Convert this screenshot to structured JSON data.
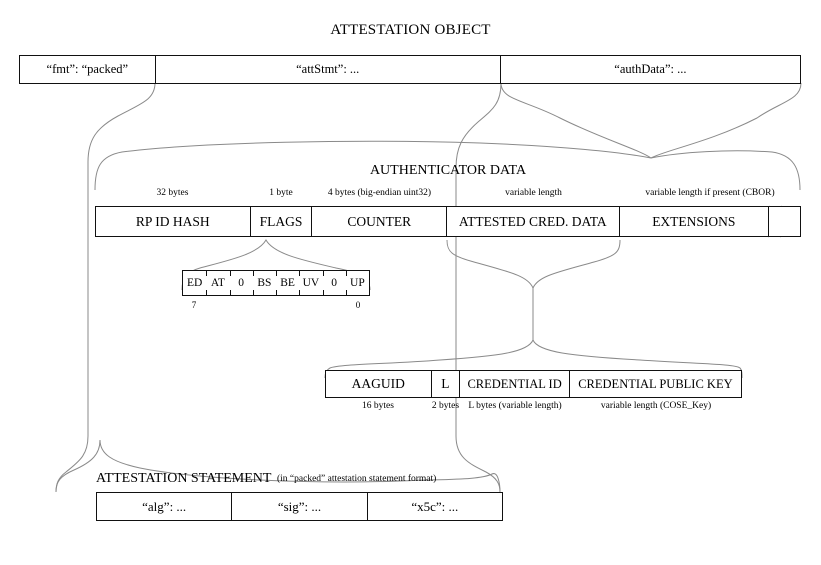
{
  "diagram": {
    "title": "ATTESTATION OBJECT",
    "attestation_object": {
      "fields": [
        {
          "label": "“fmt”: “packed”"
        },
        {
          "label": "“attStmt”: ..."
        },
        {
          "label": "“authData”: ..."
        }
      ]
    },
    "authenticator_data": {
      "title": "AUTHENTICATOR DATA",
      "fields": [
        {
          "label": "RP ID HASH",
          "size": "32 bytes"
        },
        {
          "label": "FLAGS",
          "size": "1 byte"
        },
        {
          "label": "COUNTER",
          "size": "4 bytes (big-endian uint32)"
        },
        {
          "label": "ATTESTED CRED. DATA",
          "size": "variable length"
        },
        {
          "label": "EXTENSIONS",
          "size": "variable length if present (CBOR)"
        }
      ]
    },
    "flags": {
      "bits": [
        "ED",
        "AT",
        "0",
        "BS",
        "BE",
        "UV",
        "0",
        "UP"
      ],
      "high_bit_label": "7",
      "low_bit_label": "0"
    },
    "attested_credential_data": {
      "fields": [
        {
          "label": "AAGUID",
          "size": "16 bytes"
        },
        {
          "label": "L",
          "size": "2 bytes"
        },
        {
          "label": "CREDENTIAL ID",
          "size": "L bytes\n(variable length)"
        },
        {
          "label": "CREDENTIAL PUBLIC KEY",
          "size": "variable length (COSE_Key)"
        }
      ]
    },
    "attestation_statement": {
      "title": "ATTESTATION STATEMENT",
      "note": "(in “packed” attestation statement format)",
      "fields": [
        {
          "label": "“alg”: ..."
        },
        {
          "label": "“sig”: ..."
        },
        {
          "label": "“x5c”: ..."
        }
      ]
    },
    "colors": {
      "stroke": "#111111",
      "connector": "#8a8a8a",
      "background": "#ffffff"
    }
  }
}
